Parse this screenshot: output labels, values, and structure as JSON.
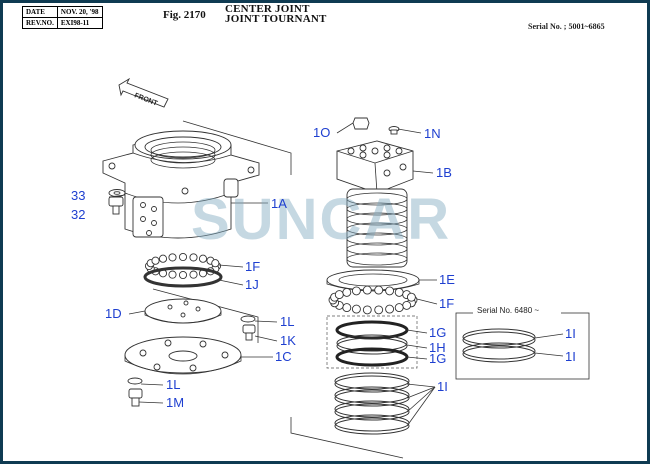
{
  "header": {
    "date_label": "DATE",
    "date_value": "NOV. 20, '98",
    "rev_label": "REV.NO.",
    "rev_value": "EXI98-11",
    "fig_no": "Fig. 2170",
    "title_en": "CENTER JOINT",
    "title_fr": "JOINT TOURNANT",
    "serial": "Serial No. ; 5001~6865"
  },
  "drawing": {
    "front_label": "FRONT",
    "inset_serial": "Serial No. 6480 ~",
    "watermark": "SUNCAR",
    "callouts": {
      "c1O": "1O",
      "c1N": "1N",
      "c1B": "1B",
      "c33": "33",
      "c32": "32",
      "c1A": "1A",
      "c1F_top": "1F",
      "c1J": "1J",
      "c1E": "1E",
      "c1F_right": "1F",
      "c1D": "1D",
      "c1L_upper": "1L",
      "c1K": "1K",
      "c1C": "1C",
      "c1L_lower": "1L",
      "c1M": "1M",
      "c1G_upper": "1G",
      "c1H": "1H",
      "c1G_lower": "1G",
      "c1I_stack": "1I",
      "c1I_inset_upper": "1I",
      "c1I_inset_lower": "1I"
    }
  }
}
